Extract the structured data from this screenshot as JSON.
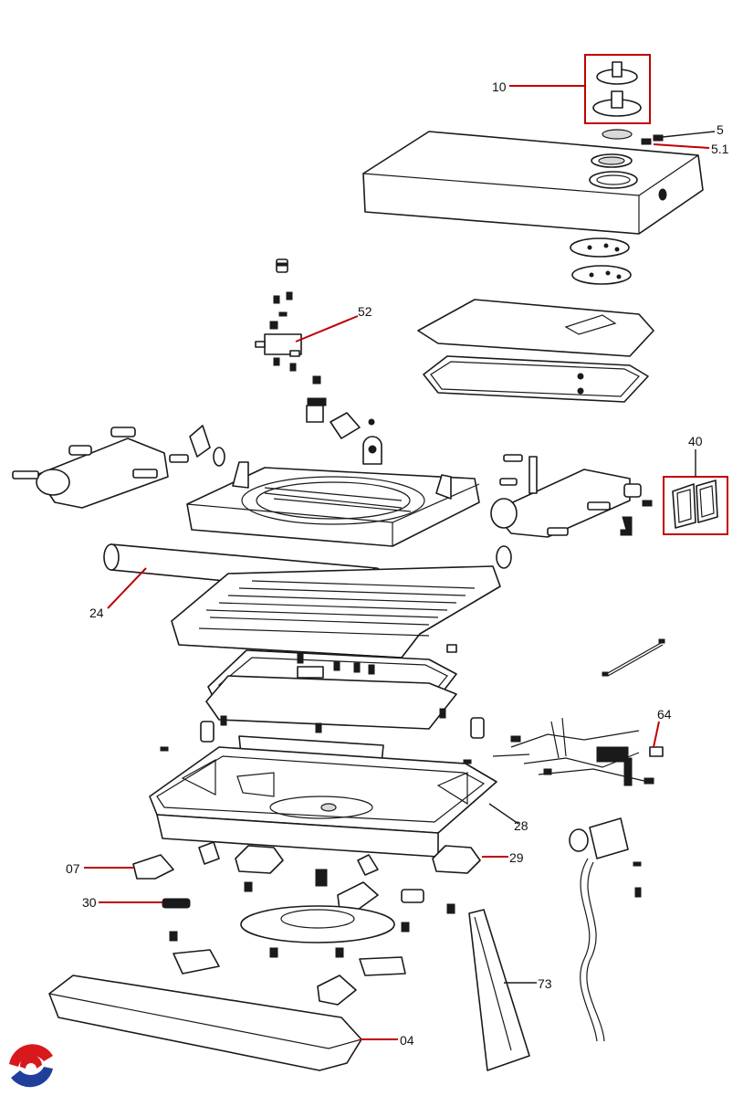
{
  "diagram": {
    "type": "exploded parts diagram",
    "callouts": [
      {
        "id": "10",
        "label": "10"
      },
      {
        "id": "5",
        "label": "5"
      },
      {
        "id": "5_1",
        "label": "5.1"
      },
      {
        "id": "52",
        "label": "52"
      },
      {
        "id": "40",
        "label": "40"
      },
      {
        "id": "24",
        "label": "24"
      },
      {
        "id": "64",
        "label": "64"
      },
      {
        "id": "28",
        "label": "28"
      },
      {
        "id": "07",
        "label": "07"
      },
      {
        "id": "29",
        "label": "29"
      },
      {
        "id": "30",
        "label": "30"
      },
      {
        "id": "73",
        "label": "73"
      },
      {
        "id": "04",
        "label": "04"
      }
    ],
    "colors": {
      "callout_line": "#c00000",
      "outline": "#1a1a1a",
      "logo_red": "#d7191c",
      "logo_blue": "#1f3f9a"
    }
  }
}
